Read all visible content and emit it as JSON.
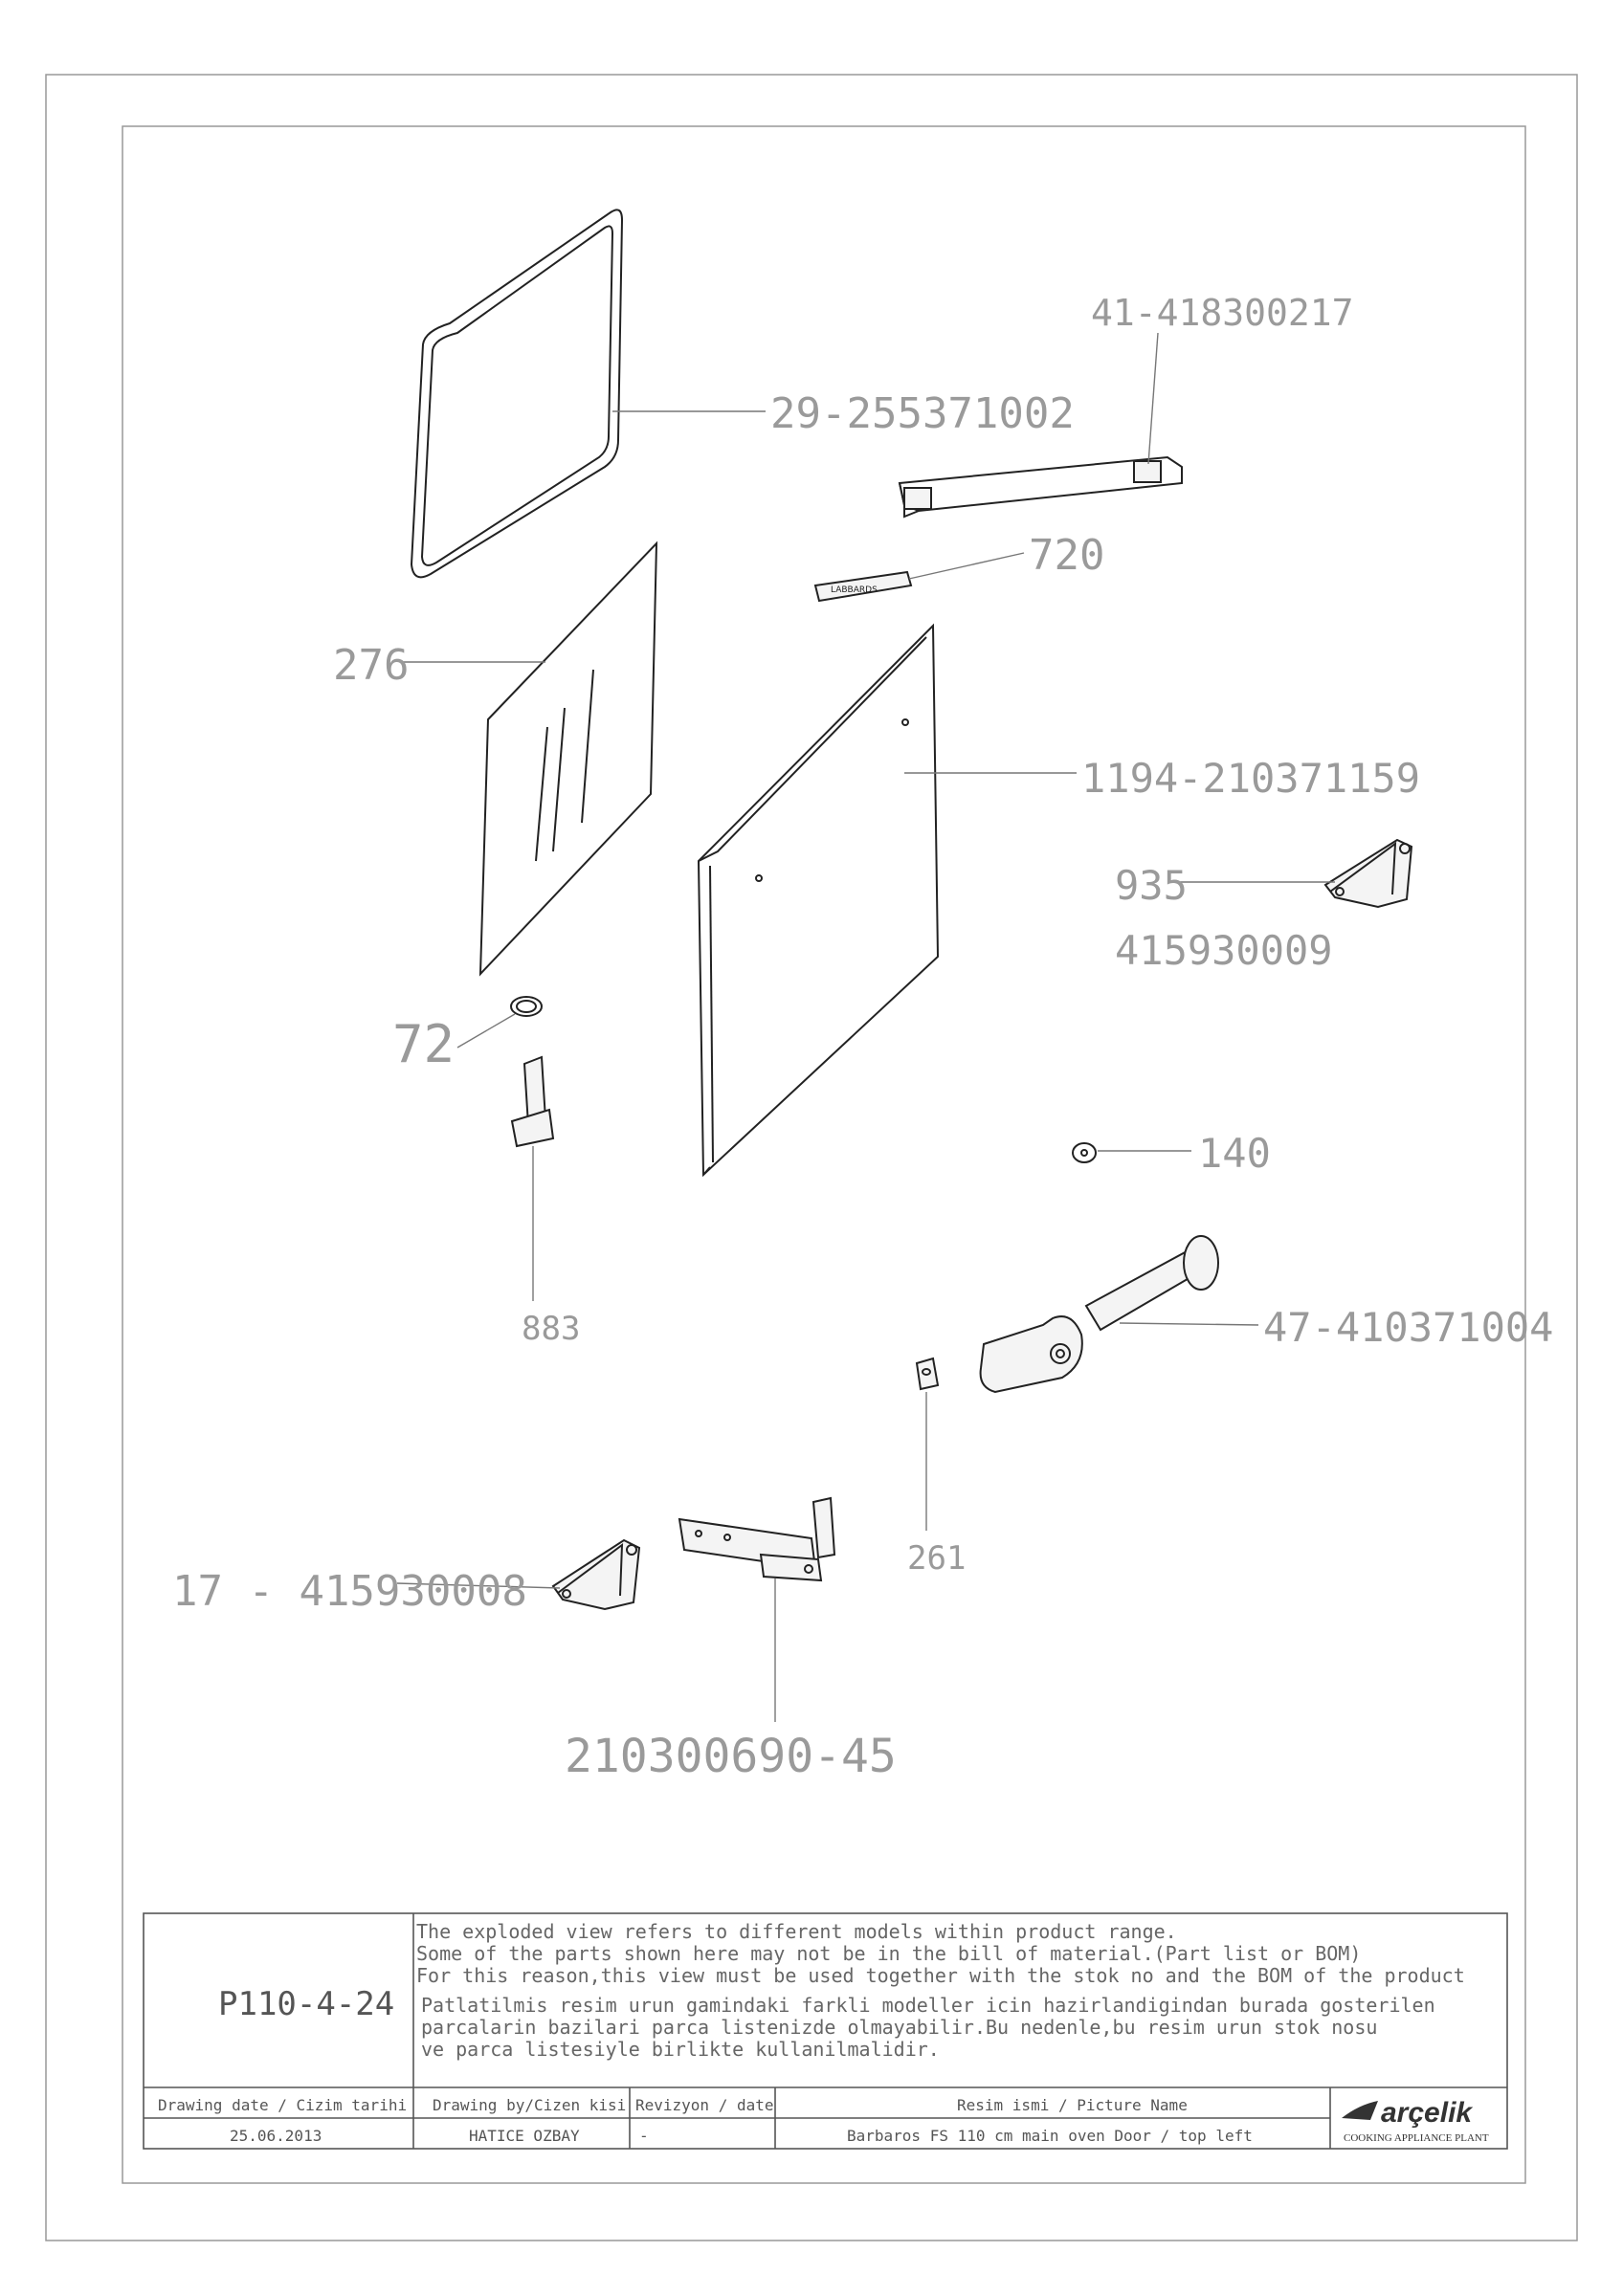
{
  "parts": {
    "p1": "29-255371002",
    "p2": "41-418300217",
    "p3": "720",
    "p4": "276",
    "p5": "1194-210371159",
    "p6a": "935",
    "p6b": "415930009",
    "p7": "72",
    "p8": "140",
    "p9": "883",
    "p10": "47-410371004",
    "p11": "261",
    "p12": "17 - 415930008",
    "p13": "210300690-45",
    "badge_text": "LABBARDS"
  },
  "title_block": {
    "code": "P110-4-24",
    "note_en_1": "The exploded view refers to different models within product range.",
    "note_en_2": "Some of the parts shown here may not be in the bill of material.(Part list or BOM)",
    "note_en_3": "For this reason,this view must be used together with the stok no and the BOM of the product",
    "note_tr_1": "Patlatilmis resim urun gamindaki farkli modeller icin hazirlandigindan burada gosterilen",
    "note_tr_2": "parcalarin bazilari parca listenizde olmayabilir.Bu nedenle,bu resim urun stok nosu",
    "note_tr_3": "ve parca listesiyle birlikte kullanilmalidir.",
    "h_date": "Drawing date / Cizim tarihi",
    "h_by": "Drawing by/Cizen kisi",
    "h_rev": "Revizyon / date",
    "h_name": "Resim ismi / Picture Name",
    "v_date": "25.06.2013",
    "v_by": "HATICE OZBAY",
    "v_rev": "-",
    "v_name": "Barbaros FS 110 cm main oven Door / top left",
    "brand": "arçelik",
    "plant": "COOKING APPLIANCE PLANT"
  }
}
